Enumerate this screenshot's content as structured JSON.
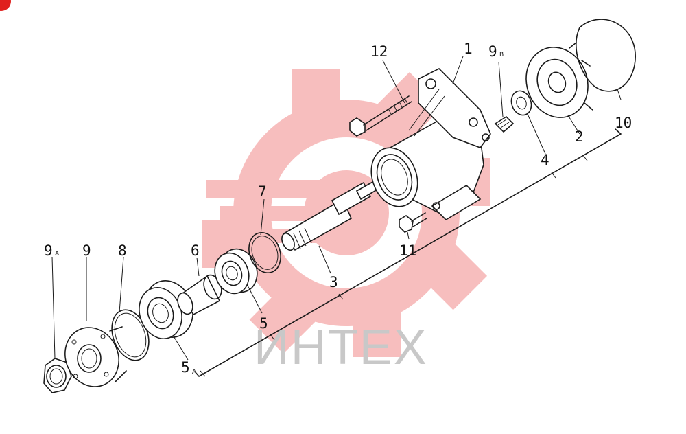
{
  "watermark": {
    "text": "ИНТЕХ",
    "logo_color": "#f2a0a0",
    "text_color": "#c8c8c8"
  },
  "badge_color": "#e0201e",
  "labels": {
    "p1": "1",
    "p2": "2",
    "p3": "3",
    "p4": "4",
    "p5": "5",
    "p5a": "5",
    "p5a_sub": "A",
    "p6": "6",
    "p7": "7",
    "p8": "8",
    "p9": "9",
    "p9a": "9",
    "p9a_sub": "A",
    "p9b": "9",
    "p9b_sub": "B",
    "p10": "10",
    "p11": "11",
    "p12": "12"
  }
}
